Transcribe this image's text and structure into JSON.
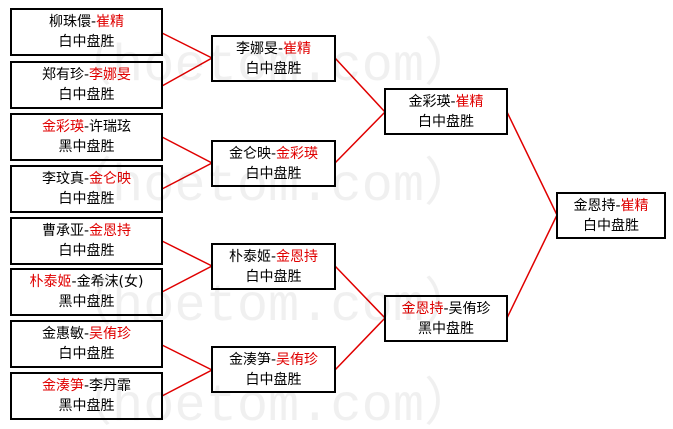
{
  "watermark": "（hoetom.com）",
  "matches": [
    {
      "id": "r1-1",
      "a": "柳珠儇",
      "b": "崔精",
      "winner": "b",
      "result": "白中盘胜"
    },
    {
      "id": "r1-2",
      "a": "郑有珍",
      "b": "李娜旻",
      "winner": "b",
      "result": "白中盘胜"
    },
    {
      "id": "r1-3",
      "a": "金彩瑛",
      "b": "许瑞玹",
      "winner": "a",
      "result": "黑中盘胜"
    },
    {
      "id": "r1-4",
      "a": "李玟真",
      "b": "金仑映",
      "winner": "b",
      "result": "白中盘胜"
    },
    {
      "id": "r1-5",
      "a": "曹承亚",
      "b": "金恩持",
      "winner": "b",
      "result": "白中盘胜"
    },
    {
      "id": "r1-6",
      "a": "朴泰姬",
      "b": "金希沫(女)",
      "winner": "a",
      "result": "黑中盘胜"
    },
    {
      "id": "r1-7",
      "a": "金惠敏",
      "b": "吴侑珍",
      "winner": "b",
      "result": "白中盘胜"
    },
    {
      "id": "r1-8",
      "a": "金湊笋",
      "b": "李丹霏",
      "winner": "a",
      "result": "黑中盘胜"
    },
    {
      "id": "r2-1",
      "a": "李娜旻",
      "b": "崔精",
      "winner": "b",
      "result": "白中盘胜"
    },
    {
      "id": "r2-2",
      "a": "金仑映",
      "b": "金彩瑛",
      "winner": "b",
      "result": "白中盘胜"
    },
    {
      "id": "r2-3",
      "a": "朴泰姬",
      "b": "金恩持",
      "winner": "b",
      "result": "白中盘胜"
    },
    {
      "id": "r2-4",
      "a": "金湊笋",
      "b": "吴侑珍",
      "winner": "b",
      "result": "白中盘胜"
    },
    {
      "id": "r3-1",
      "a": "金彩瑛",
      "b": "崔精",
      "winner": "b",
      "result": "白中盘胜"
    },
    {
      "id": "r3-2",
      "a": "金恩持",
      "b": "吴侑珍",
      "winner": "a",
      "result": "黑中盘胜"
    },
    {
      "id": "final",
      "a": "金恩持",
      "b": "崔精",
      "winner": "b",
      "result": "白中盘胜"
    }
  ],
  "colors": {
    "winner": "#e00000",
    "line": "#e00000",
    "border": "#000000"
  }
}
